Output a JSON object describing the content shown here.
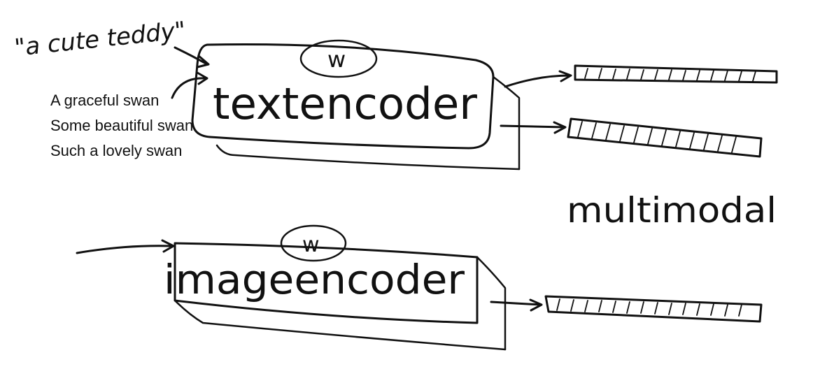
{
  "colors": {
    "ink": "#111111",
    "background": "#ffffff"
  },
  "prompt_quote": "\"a cute teddy\"",
  "text_examples": [
    "A graceful swan",
    "Some beautiful swan",
    "Such a lovely swan"
  ],
  "text_encoder": {
    "label": "textencoder",
    "weight_label": "w"
  },
  "image_encoder": {
    "label": "imageencoder",
    "weight_label": "w"
  },
  "side_label": "multimodal"
}
